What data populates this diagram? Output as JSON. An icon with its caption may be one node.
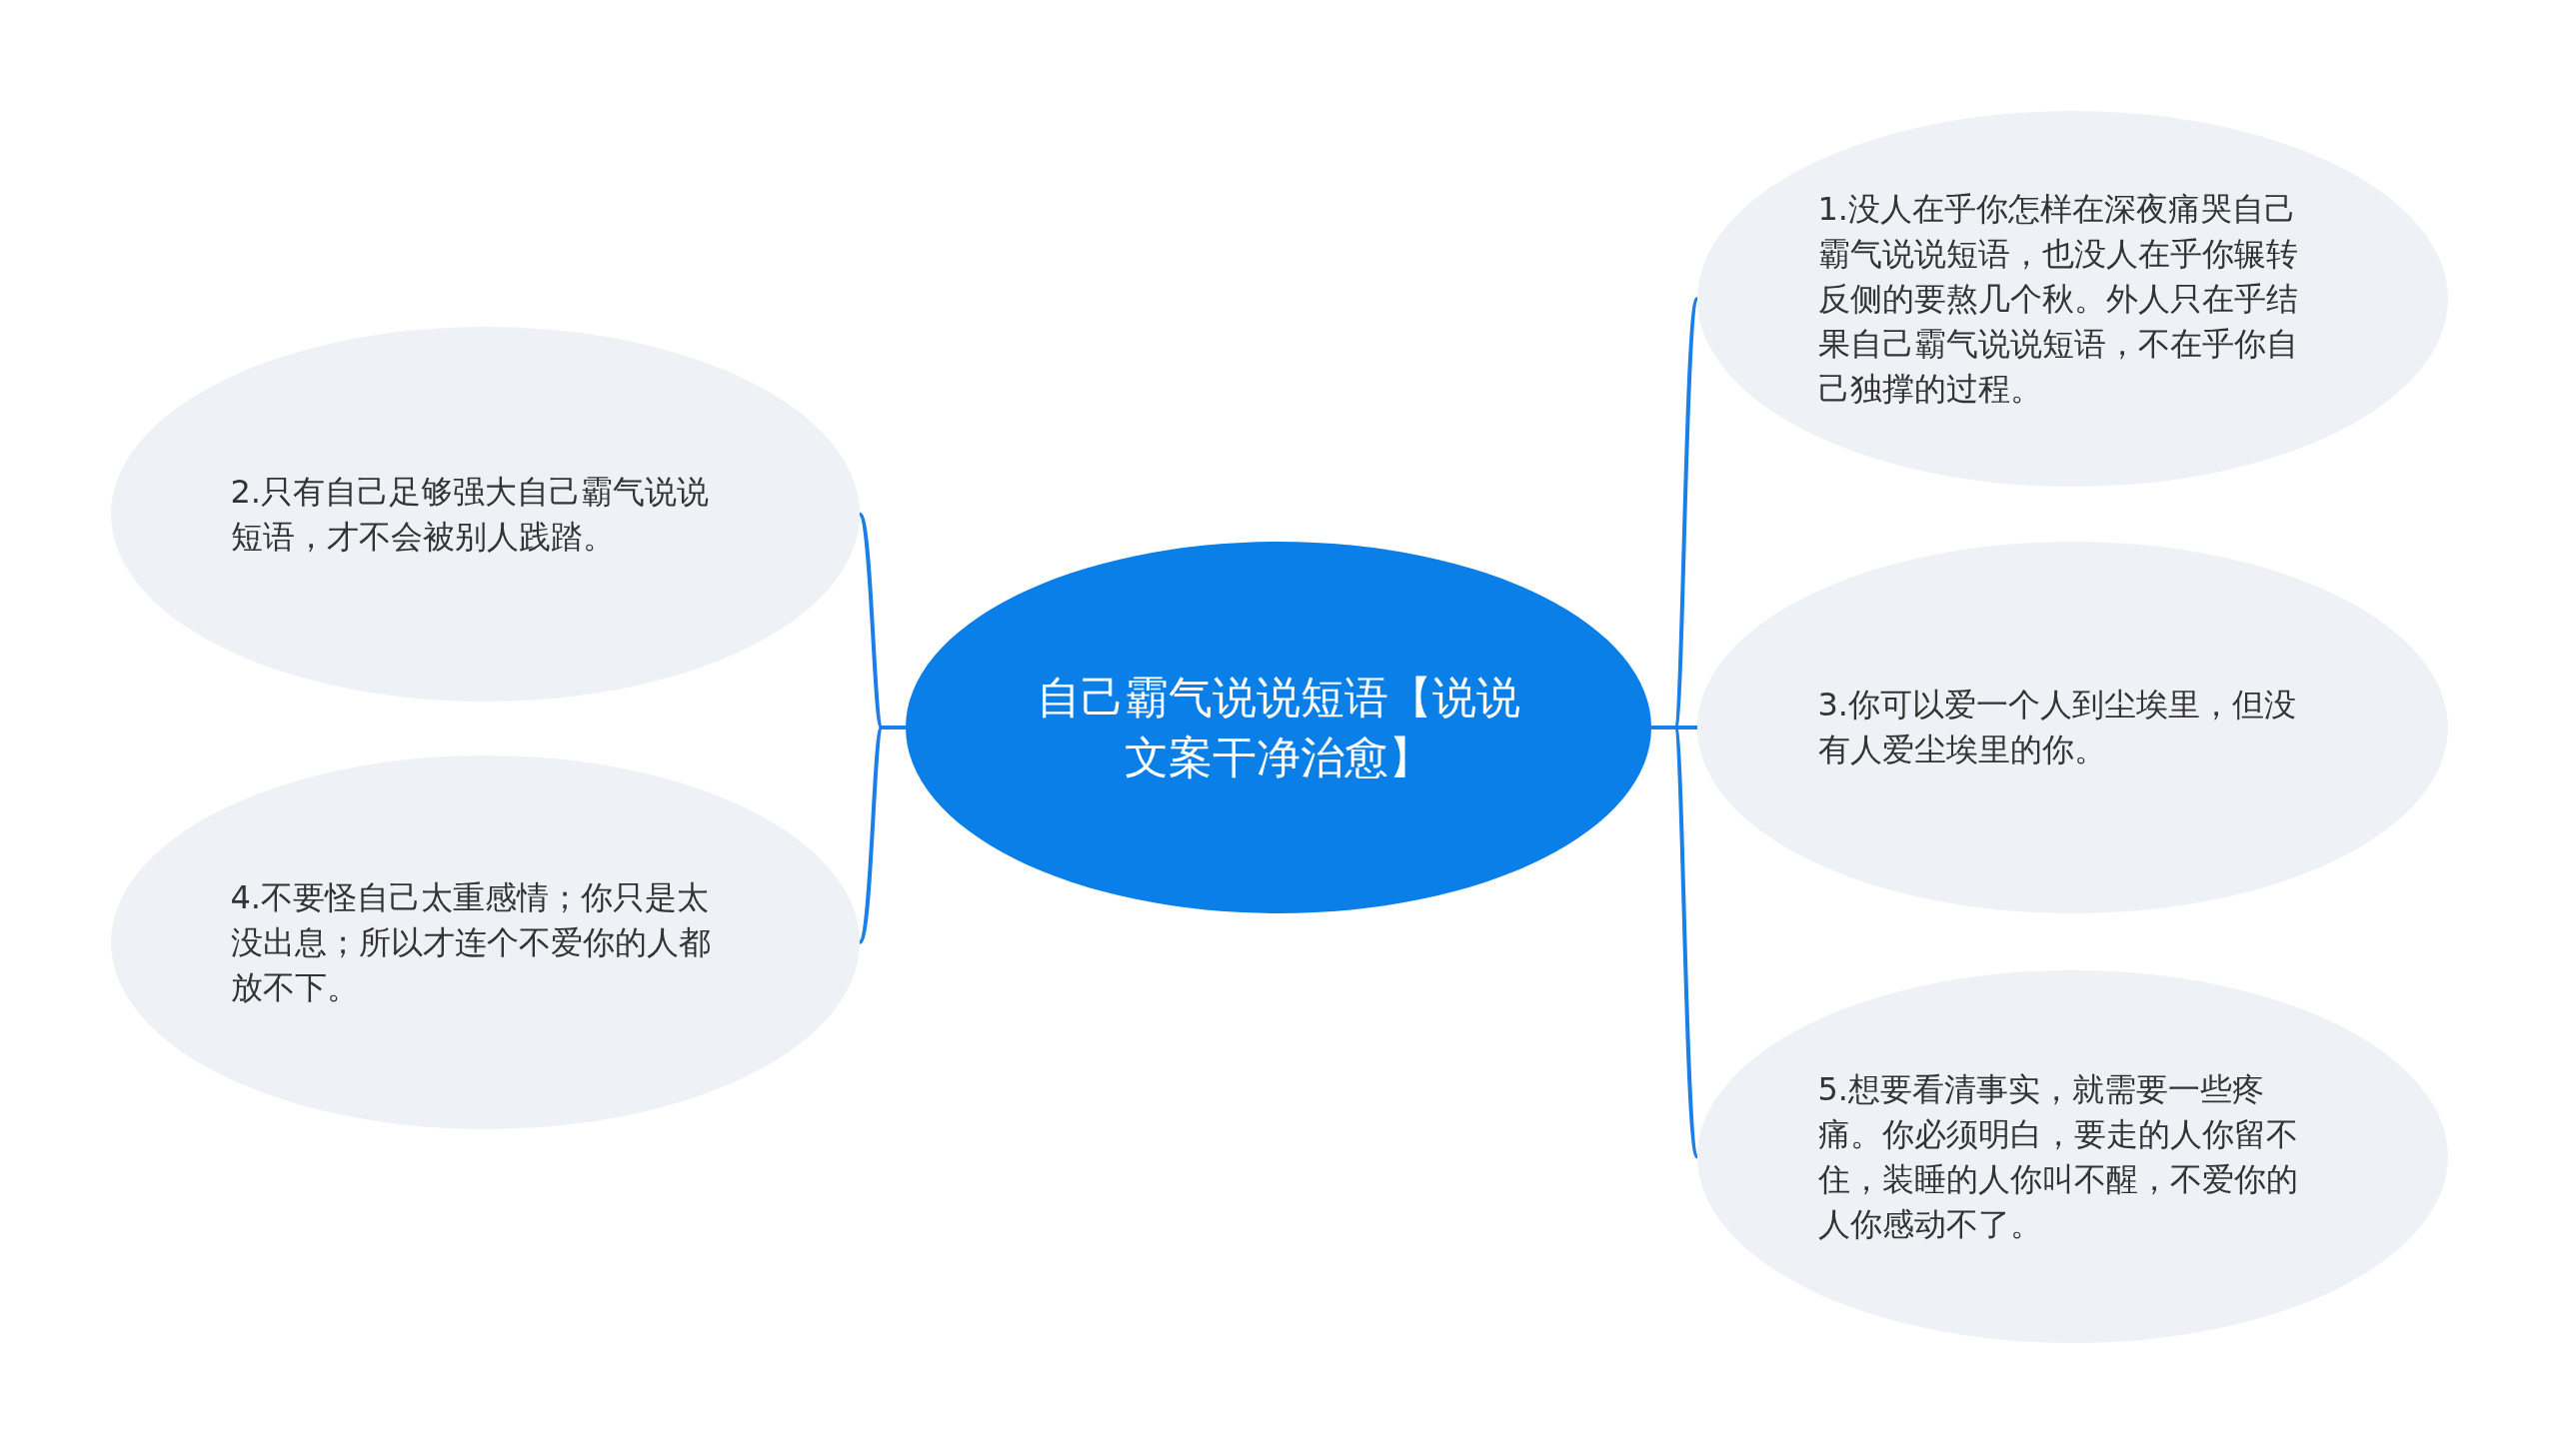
{
  "diagram": {
    "nodes": [
      {
        "text": [
          "自己霸气说说短语【说说文案干净治愈】"
        ]
      },
      {
        "text": [
          "1.没人在乎你怎样在深夜痛哭自己霸气说说短语，也没人在乎你辗转反侧的要熬几个秋。外人只在乎结果自己霸气说说短语，不在乎你自己独撑的过程。"
        ]
      },
      {
        "text": [
          "2.只有自己足够强大自己霸气说说短语，才不会被别人践踏。"
        ]
      },
      {
        "text": [
          "3.你可以爱一个人到尘埃里，但没有人爱尘埃里的你。"
        ]
      },
      {
        "text": [
          "4.不要怪自己太重感情；你只是太没出息；所以才连个不爱你的人都放不下。"
        ]
      },
      {
        "text": [
          "5.想要看清事实，就需要一些疼痛。你必须明白，要走的人你留不住，装睡的人你叫不醒，不爱你的人你感动不了。"
        ]
      }
    ],
    "edges": [
      {
        "from": 0,
        "to": 1,
        "arrow": "none"
      },
      {
        "from": 0,
        "to": 2,
        "arrow": "none"
      },
      {
        "from": 0,
        "to": 3,
        "arrow": "none"
      },
      {
        "from": 0,
        "to": 4,
        "arrow": "none"
      },
      {
        "from": 0,
        "to": 5,
        "arrow": "none"
      }
    ]
  }
}
